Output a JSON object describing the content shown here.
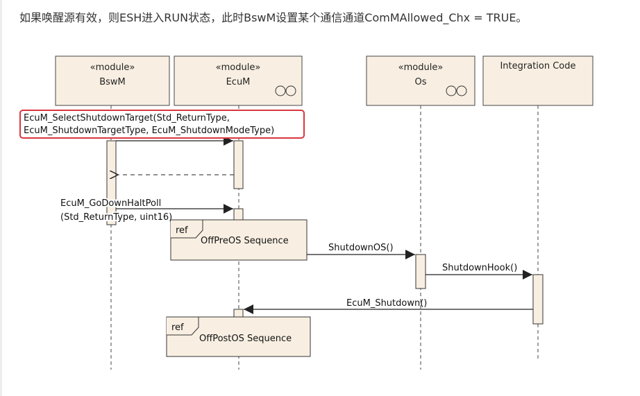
{
  "intro_text": "如果唤醒源有效，则ESH进入RUN状态，此时BswM设置某个通信通道ComMAllowed_Chx = TRUE。",
  "lifelines": {
    "bswm": {
      "stereotype": "«module»",
      "name": "BswM"
    },
    "ecum": {
      "stereotype": "«module»",
      "name": "EcuM"
    },
    "os": {
      "stereotype": "«module»",
      "name": "Os"
    },
    "integration": {
      "stereotype": "",
      "name": "Integration Code"
    }
  },
  "messages": {
    "select_shutdown_line1": "EcuM_SelectShutdownTarget(Std_ReturnType,",
    "select_shutdown_line2": "EcuM_ShutdownTargetType, EcuM_ShutdownModeType)",
    "go_down_line1": "EcuM_GoDownHaltPoll",
    "go_down_line2": "(Std_ReturnType, uint16)",
    "shutdown_os": "ShutdownOS()",
    "shutdown_hook": "ShutdownHook()",
    "ecum_shutdown": "EcuM_Shutdown()"
  },
  "fragments": {
    "off_pre_os": {
      "tag": "ref",
      "label": "OffPreOS Sequence"
    },
    "off_post_os": {
      "tag": "ref",
      "label": "OffPostOS Sequence"
    }
  },
  "colors": {
    "box_fill": "#f8efe2",
    "line": "#222222",
    "highlight": "#d9363e"
  }
}
